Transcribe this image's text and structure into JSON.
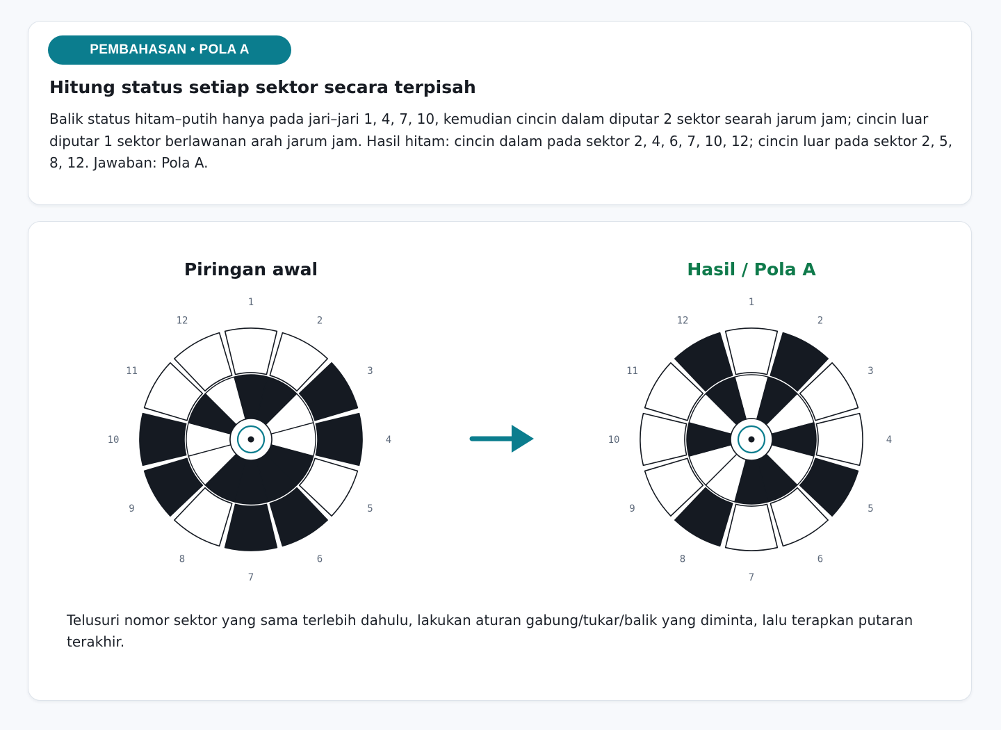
{
  "header": {
    "badge": "PEMBAHASAN • POLA A",
    "title": "Hitung status setiap sektor secara terpisah",
    "description": "Balik status hitam–putih hanya pada jari–jari 1, 4, 7, 10, kemudian cincin dalam diputar 2 sektor searah jarum jam; cincin luar diputar 1 sektor berlawanan arah jarum jam. Hasil hitam: cincin dalam pada sektor 2, 4, 6, 7, 10, 12; cincin luar pada sektor 2, 5, 8, 12. Jawaban: Pola A."
  },
  "colors": {
    "accent": "#0b7d8e",
    "result_title": "#0f7a4b",
    "black": "#151a22",
    "white": "#ffffff",
    "stroke": "#151a22",
    "label": "#5e6a7b"
  },
  "disc_left": {
    "title": "Piringan awal",
    "sector_labels": [
      "1",
      "2",
      "3",
      "4",
      "5",
      "6",
      "7",
      "8",
      "9",
      "10",
      "11",
      "12"
    ],
    "inner_black": [
      1,
      2,
      5,
      6,
      7,
      8,
      11
    ],
    "outer_black": [
      3,
      4,
      6,
      7,
      9,
      10
    ]
  },
  "disc_right": {
    "title": "Hasil / Pola A",
    "sector_labels": [
      "1",
      "2",
      "3",
      "4",
      "5",
      "6",
      "7",
      "8",
      "9",
      "10",
      "11",
      "12"
    ],
    "inner_black": [
      2,
      4,
      6,
      7,
      10,
      12
    ],
    "outer_black": [
      2,
      5,
      8,
      12
    ]
  },
  "arrow_icon": "right-arrow-icon",
  "center_icon": "center-dot-icon",
  "footnote": "Telusuri nomor sektor yang sama terlebih dahulu, lakukan aturan gabung/tukar/balik yang diminta, lalu terapkan putaran terakhir."
}
